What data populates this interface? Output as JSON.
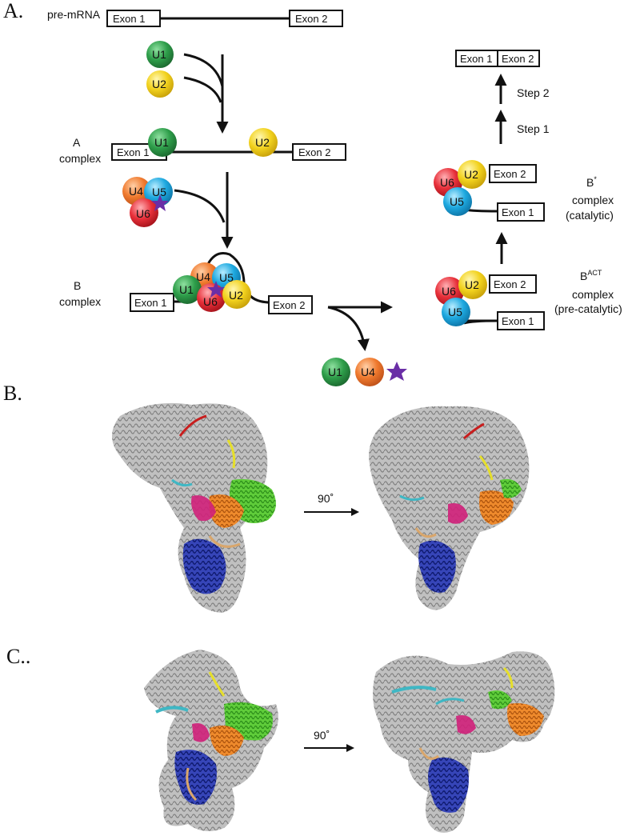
{
  "panels": {
    "a": "A.",
    "b": "B.",
    "c": "C.."
  },
  "labels": {
    "pre_mrna": "pre-mRNA",
    "a_complex_1": "A",
    "a_complex_2": "complex",
    "b_complex_1": "B",
    "b_complex_2": "complex",
    "bstar_1": "B",
    "bstar_sup": "*",
    "bstar_2": "complex",
    "bstar_3": "(catalytic)",
    "bact_1": "B",
    "bact_sup": "ACT",
    "bact_2": "complex",
    "bact_3": "(pre-catalytic)",
    "step1": "Step 1",
    "step2": "Step 2",
    "rotation_b": "90˚",
    "rotation_c": "90˚"
  },
  "exons": {
    "exon1": "Exon 1",
    "exon2": "Exon 2"
  },
  "snrnps": {
    "u1": "U1",
    "u2": "U2",
    "u4": "U4",
    "u5": "U5",
    "u6": "U6"
  },
  "colors": {
    "u1": "#2e9e4a",
    "u2": "#f2d21e",
    "u4": "#f07a2e",
    "u5": "#1ea9e0",
    "u6": "#e8303a",
    "star": "#6a2ea6",
    "structure_gray": "#a8a8a8",
    "rna_blue": "#1f2f9c",
    "green": "#4cb82e",
    "orange": "#e07a1e",
    "magenta": "#d0207a",
    "cyan": "#3fb7c4",
    "tan": "#d9a66b",
    "yellow": "#e6df2a",
    "red": "#c81e1e"
  }
}
